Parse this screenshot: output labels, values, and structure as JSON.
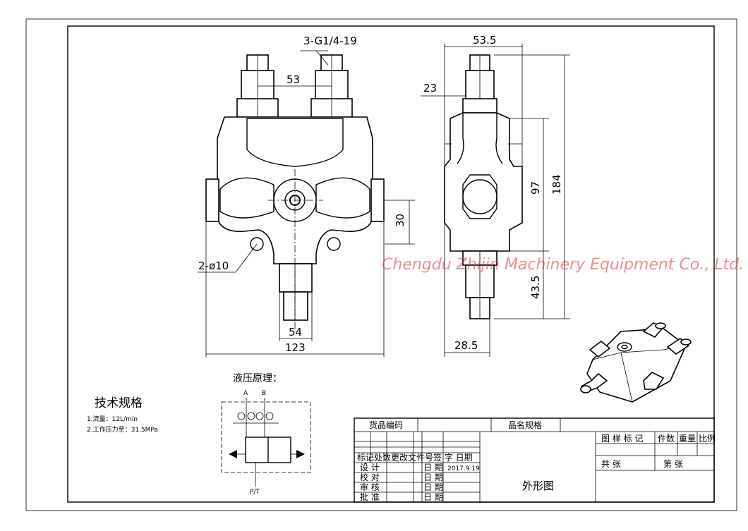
{
  "front_view": {
    "dim_port_thread": "3-G1/4-19",
    "dim_port_spacing": "53",
    "dim_center_offset": "30",
    "dim_holes": "2-ø10",
    "dim_bottom_width": "54",
    "dim_total_width": "123"
  },
  "side_view": {
    "dim_width": "53.5",
    "dim_top": "23",
    "dim_mid": "97",
    "dim_total": "184",
    "dim_bottom": "43.5",
    "dim_base": "28.5"
  },
  "watermark": "Chengdu Zhijin Machinery Equipment Co., Ltd.",
  "hydraulic": {
    "title": "液压原理：",
    "port_a": "A",
    "port_b": "B",
    "port_pt": "P/T"
  },
  "tech_spec": {
    "title": "技术规格",
    "line1": "1.流量：12L/min",
    "line2": "2.工作压力至：31.5MPa"
  },
  "title_block": {
    "goods_code": "货品编码",
    "product_spec": "品名规格",
    "pattern_mark": "图 样 标 记",
    "quantity": "件数",
    "weight": "重量",
    "scale": "比例",
    "total_sheets": "共    张",
    "sheet_no": "第    张",
    "revision_header": "标记处数更改文件号签 字  日期",
    "design": "设  计",
    "check": "校  对",
    "review": "审  核",
    "approve": "批  准",
    "date_label": "日  期",
    "design_date": "2017.9.19",
    "drawing_title": "外形图"
  }
}
